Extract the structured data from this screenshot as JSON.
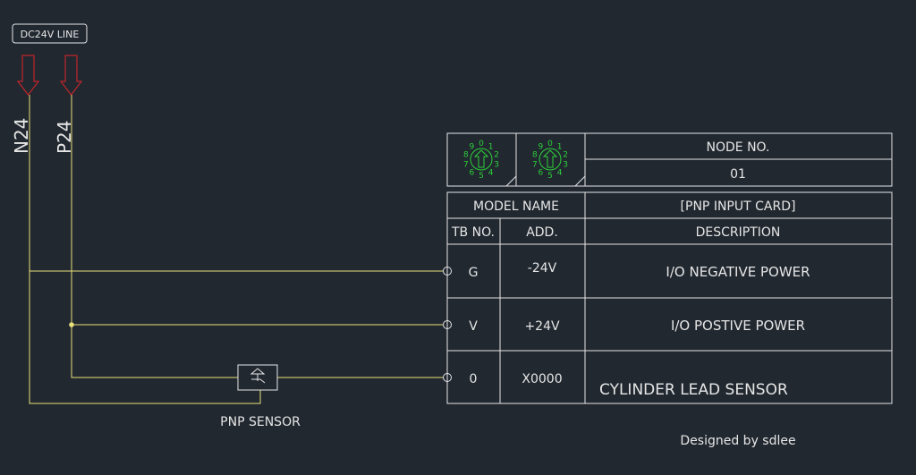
{
  "power": {
    "line_label": "DC24V LINE",
    "rail_1": "N24",
    "rail_2": "P24"
  },
  "card": {
    "node_header": "NODE NO.",
    "node_value": "01",
    "model_label": "MODEL NAME",
    "model_value": "[PNP INPUT CARD]",
    "col_tb": "TB NO.",
    "col_add": "ADD.",
    "col_desc": "DESCRIPTION",
    "rows": [
      {
        "tb": "G",
        "add": "-24V",
        "desc": "I/O NEGATIVE POWER"
      },
      {
        "tb": "V",
        "add": "+24V",
        "desc": "I/O POSTIVE POWER"
      },
      {
        "tb": "0",
        "add": "X0000",
        "desc": "CYLINDER LEAD SENSOR"
      }
    ],
    "dial_digits": [
      "0",
      "1",
      "2",
      "3",
      "4",
      "5",
      "6",
      "7",
      "8",
      "9"
    ]
  },
  "sensor_label": "PNP SENSOR",
  "credit": "Designed by sdlee",
  "colors": {
    "background": "#212830",
    "wire": "#e8e07a",
    "line_arrow": "#c0262b",
    "dial": "#2dcf3a",
    "text": "#e6e6e6"
  }
}
